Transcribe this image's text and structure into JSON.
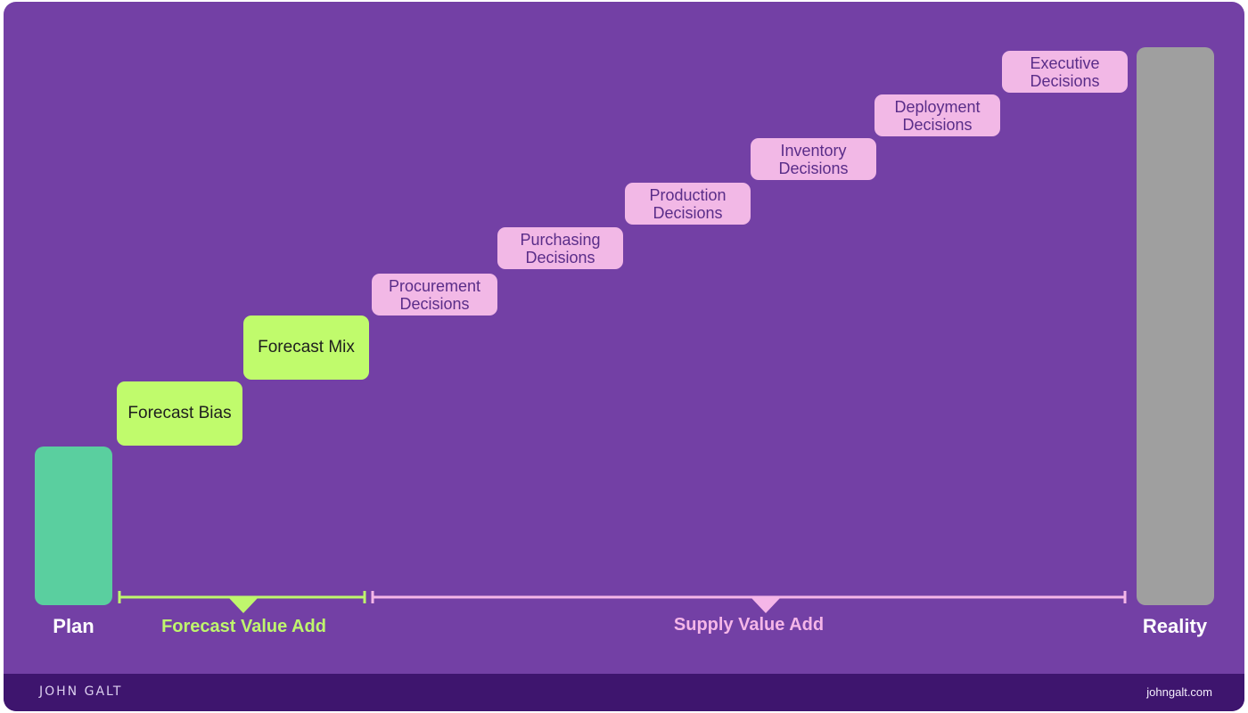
{
  "labels": {
    "plan": "Plan",
    "reality": "Reality",
    "forecast_value_add": "Forecast Value Add",
    "supply_value_add": "Supply Value Add"
  },
  "steps": [
    {
      "label": "Forecast Bias",
      "group": "forecast"
    },
    {
      "label": "Forecast Mix",
      "group": "forecast"
    },
    {
      "label": "Procurement\nDecisions",
      "group": "supply"
    },
    {
      "label": "Purchasing\nDecisions",
      "group": "supply"
    },
    {
      "label": "Production\nDecisions",
      "group": "supply"
    },
    {
      "label": "Inventory\nDecisions",
      "group": "supply"
    },
    {
      "label": "Deployment\nDecisions",
      "group": "supply"
    },
    {
      "label": "Executive\nDecisions",
      "group": "supply"
    }
  ],
  "footer": {
    "brand": "JOHN GALT",
    "site": "johngalt.com"
  },
  "colors": {
    "background": "#7340a5",
    "footer": "#3e156e",
    "plan_bar": "#5acf9f",
    "reality_bar": "#9f9f9f",
    "forecast_accent": "#c0fb6c",
    "supply_accent": "#f2b8e6"
  }
}
